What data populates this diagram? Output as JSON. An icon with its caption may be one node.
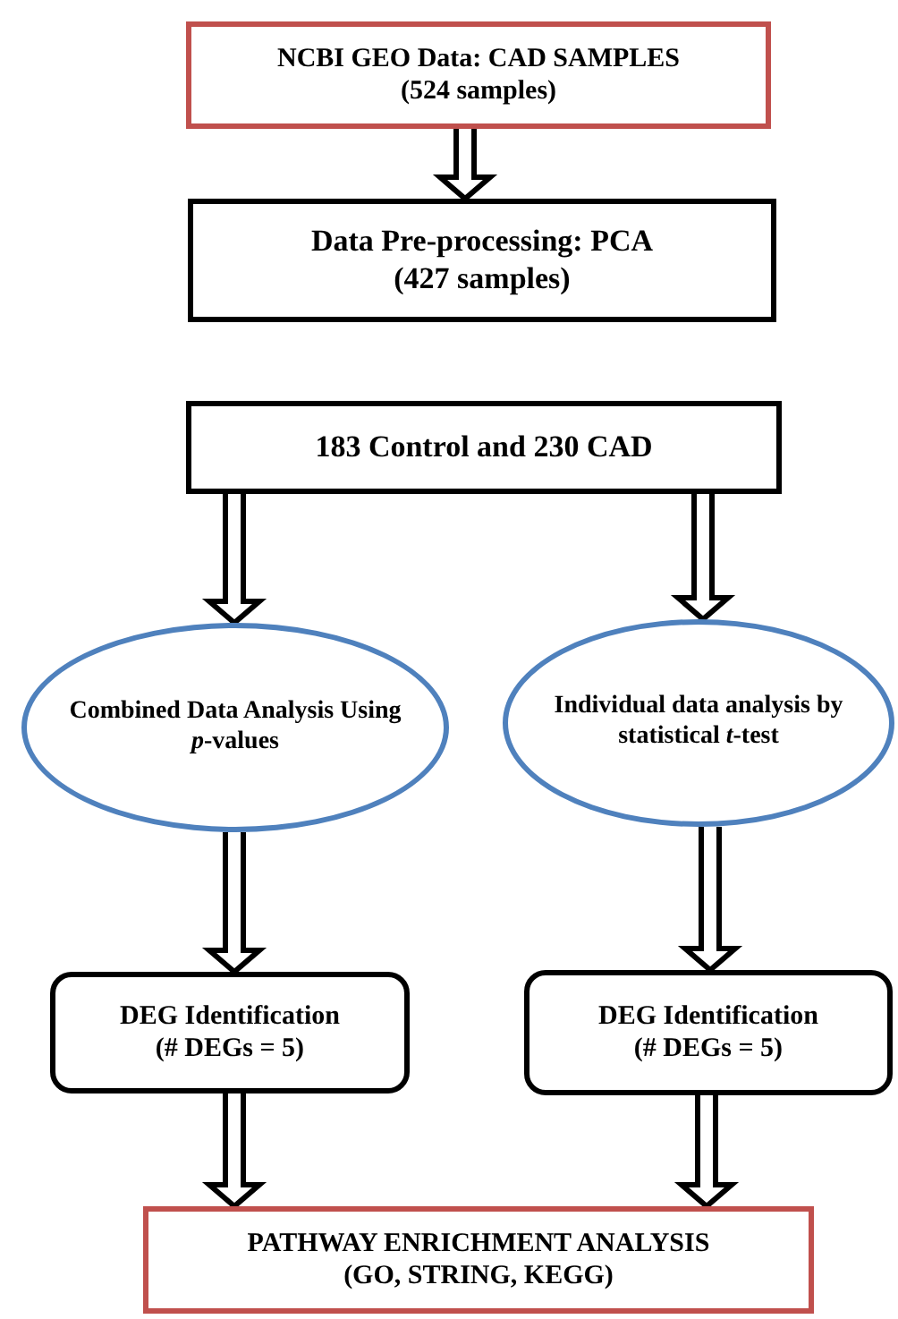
{
  "diagram": {
    "nodes": [
      {
        "text": [
          "NCBI GEO Data: CAD SAMPLES",
          "(524 samples)"
        ]
      },
      {
        "text": [
          "Data Pre-processing: PCA",
          "(427 samples)"
        ]
      },
      {
        "text": [
          "183 Control and 230 CAD"
        ]
      },
      {
        "text": [
          "Combined Data Analysis Using *p*-values"
        ]
      },
      {
        "text": [
          "Individual data analysis by statistical *t*-test"
        ]
      },
      {
        "text": [
          "DEG Identification",
          "(# DEGs = 5)"
        ]
      },
      {
        "text": [
          "DEG Identification",
          "(# DEGs = 5)"
        ]
      },
      {
        "text": [
          "PATHWAY ENRICHMENT ANALYSIS",
          "(GO, STRING, KEGG)"
        ]
      }
    ],
    "edges": [
      {
        "from": 0,
        "to": 1,
        "arrow": "to"
      },
      {
        "from": 2,
        "to": 3,
        "arrow": "to"
      },
      {
        "from": 2,
        "to": 4,
        "arrow": "to"
      },
      {
        "from": 3,
        "to": 5,
        "arrow": "to"
      },
      {
        "from": 4,
        "to": 6,
        "arrow": "to"
      },
      {
        "from": 5,
        "to": 7,
        "arrow": "to"
      },
      {
        "from": 6,
        "to": 7,
        "arrow": "to"
      }
    ]
  }
}
